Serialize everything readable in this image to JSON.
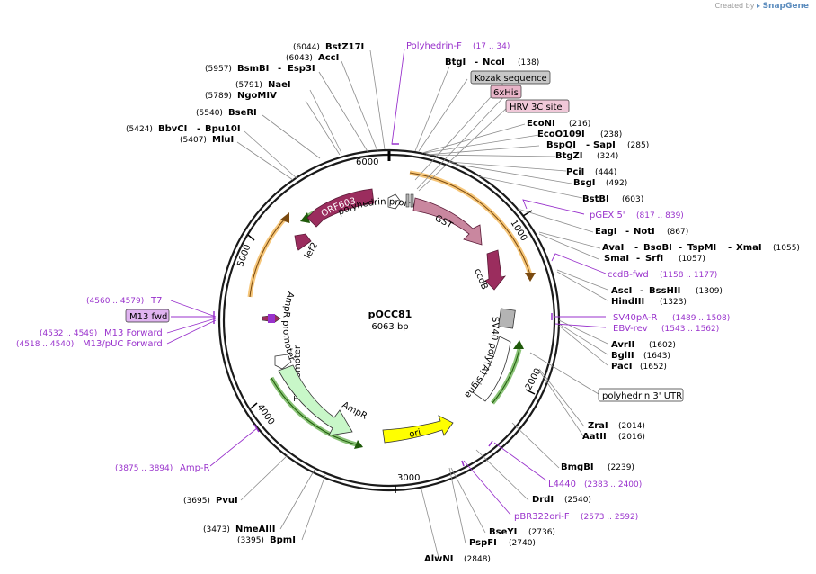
{
  "credit": {
    "created_by": "Created by",
    "brand": "SnapGene"
  },
  "plasmid": {
    "name": "pOCC81",
    "length_label": "6063 bp",
    "length": 6063
  },
  "ticks": [
    "1000",
    "2000",
    "3000",
    "4000",
    "5000",
    "6000"
  ],
  "enzymes": [
    {
      "name": "BstZ17I",
      "pos": "(6044)"
    },
    {
      "name": "AccI",
      "pos": "(6043)"
    },
    {
      "name": "BsmBI",
      "name2": "Esp3I",
      "pos": "(5957)"
    },
    {
      "name": "NaeI",
      "pos": "(5791)"
    },
    {
      "name": "NgoMIV",
      "pos": "(5789)"
    },
    {
      "name": "BseRI",
      "pos": "(5540)"
    },
    {
      "name": "BbvCI",
      "name2": "Bpu10I",
      "pos": "(5424)"
    },
    {
      "name": "MluI",
      "pos": "(5407)"
    },
    {
      "name": "BtgI",
      "name2": "NcoI",
      "pos": "(138)"
    },
    {
      "name": "EcoNI",
      "pos": "(216)"
    },
    {
      "name": "EcoO109I",
      "pos": "(238)"
    },
    {
      "name": "BspQI",
      "name2": "SapI",
      "pos": "(285)"
    },
    {
      "name": "BtgZI",
      "pos": "(324)"
    },
    {
      "name": "PciI",
      "pos": "(444)"
    },
    {
      "name": "BsgI",
      "pos": "(492)"
    },
    {
      "name": "BstBI",
      "pos": "(603)"
    },
    {
      "name": "EagI",
      "name2": "NotI",
      "pos": "(867)"
    },
    {
      "name": "AvaI",
      "name2": "BsoBI",
      "name3": "TspMI",
      "name4": "XmaI",
      "pos": "(1055)"
    },
    {
      "name": "SmaI",
      "name2": "SrfI",
      "pos": "(1057)"
    },
    {
      "name": "AscI",
      "name2": "BssHII",
      "pos": "(1309)"
    },
    {
      "name": "HindIII",
      "pos": "(1323)"
    },
    {
      "name": "AvrII",
      "pos": "(1602)"
    },
    {
      "name": "BglII",
      "pos": "(1643)"
    },
    {
      "name": "PacI",
      "pos": "(1652)"
    },
    {
      "name": "ZraI",
      "pos": "(2014)"
    },
    {
      "name": "AatII",
      "pos": "(2016)"
    },
    {
      "name": "BmgBI",
      "pos": "(2239)"
    },
    {
      "name": "DrdI",
      "pos": "(2540)"
    },
    {
      "name": "BseYI",
      "pos": "(2736)"
    },
    {
      "name": "PspFI",
      "pos": "(2740)"
    },
    {
      "name": "AlwNI",
      "pos": "(2848)"
    },
    {
      "name": "PvuI",
      "pos": "(3695)"
    },
    {
      "name": "NmeAIII",
      "pos": "(3473)"
    },
    {
      "name": "BpmI",
      "pos": "(3395)"
    }
  ],
  "primers": [
    {
      "name": "Polyhedrin-F",
      "range": "(17 .. 34)"
    },
    {
      "name": "pGEX 5'",
      "range": "(817 .. 839)"
    },
    {
      "name": "ccdB-fwd",
      "range": "(1158 .. 1177)"
    },
    {
      "name": "SV40pA-R",
      "range": "(1489 .. 1508)"
    },
    {
      "name": "EBV-rev",
      "range": "(1543 .. 1562)"
    },
    {
      "name": "L4440",
      "range": "(2383 .. 2400)"
    },
    {
      "name": "pBR322ori-F",
      "range": "(2573 .. 2592)"
    },
    {
      "name": "Amp-R",
      "range": "(3875 .. 3894)"
    },
    {
      "name": "T7",
      "range": "(4560 .. 4579)"
    },
    {
      "name": "M13 fwd",
      "range": ""
    },
    {
      "name": "M13 Forward",
      "range": "(4532 .. 4549)"
    },
    {
      "name": "M13/pUC Forward",
      "range": "(4518 .. 4540)"
    }
  ],
  "boxed_features": [
    {
      "name": "Kozak sequence"
    },
    {
      "name": "6xHis"
    },
    {
      "name": "HRV 3C site"
    },
    {
      "name": "polyhedrin 3' UTR"
    }
  ],
  "features": {
    "orf603": "ORF603",
    "polyhedrin_promoter": "polyhedrin promoter",
    "gst": "GST",
    "ccdb": "ccdB",
    "lef2": "lef2",
    "sv40": "SV40 poly(A) signal",
    "t7_promoter": "T7 promoter",
    "ampr_promoter": "AmpR promoter",
    "ampr": "AmpR",
    "ori": "ori"
  },
  "colors": {
    "backbone": "#1a1a1a",
    "orf": "#9b2d5e",
    "gst": "#c9879f",
    "ccdb": "#9b2d5e",
    "ampr": "#c8f7c8",
    "ori": "#ffff00",
    "primer": "#9932cc",
    "kozak": "#c8c8c8",
    "his": "#e8b4c8",
    "hrv": "#f0c8d8",
    "sv40": "#b4b4b4",
    "orange_orf": "#f0a020",
    "green_orf": "#3a9a1a"
  }
}
